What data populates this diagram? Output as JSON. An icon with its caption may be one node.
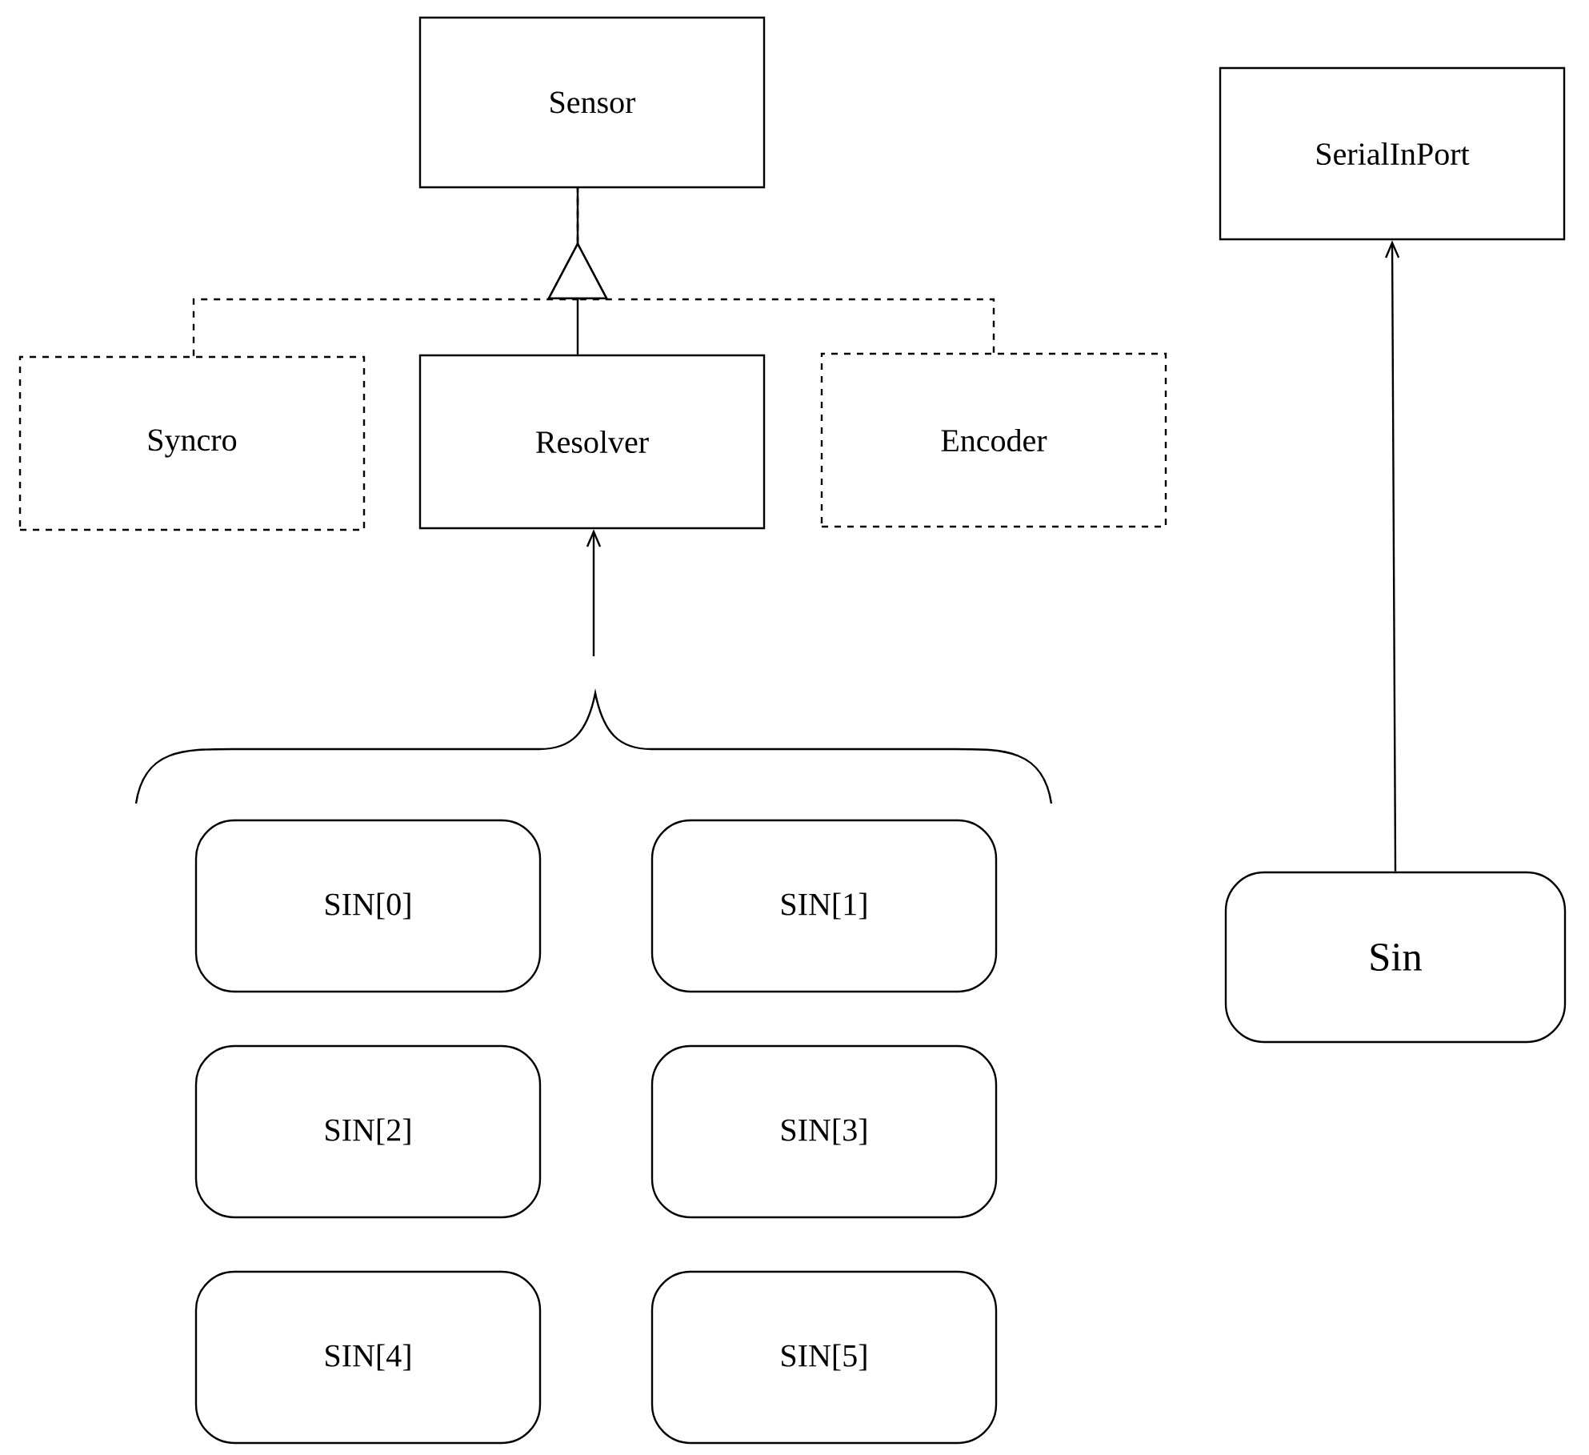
{
  "diagram": {
    "nodes": [
      {
        "text": [
          "Sensor"
        ]
      },
      {
        "text": [
          "Syncro"
        ]
      },
      {
        "text": [
          "Resolver"
        ]
      },
      {
        "text": [
          "Encoder"
        ]
      },
      {
        "text": [
          "SIN[0]"
        ]
      },
      {
        "text": [
          "SIN[1]"
        ]
      },
      {
        "text": [
          "SIN[2]"
        ]
      },
      {
        "text": [
          "SIN[3]"
        ]
      },
      {
        "text": [
          "SIN[4]"
        ]
      },
      {
        "text": [
          "SIN[5]"
        ]
      },
      {
        "text": [
          "SerialInPort"
        ]
      },
      {
        "text": [
          "Sin"
        ]
      }
    ],
    "edges": [
      {
        "from": 1,
        "to": 0,
        "arrow": "to",
        "style": "dashed"
      },
      {
        "from": 2,
        "to": 0,
        "arrow": "to"
      },
      {
        "from": 3,
        "to": 0,
        "arrow": "to",
        "style": "dashed"
      },
      {
        "from": null,
        "to": 2,
        "arrow": "to"
      },
      {
        "from": 11,
        "to": 10,
        "arrow": "to"
      }
    ]
  }
}
